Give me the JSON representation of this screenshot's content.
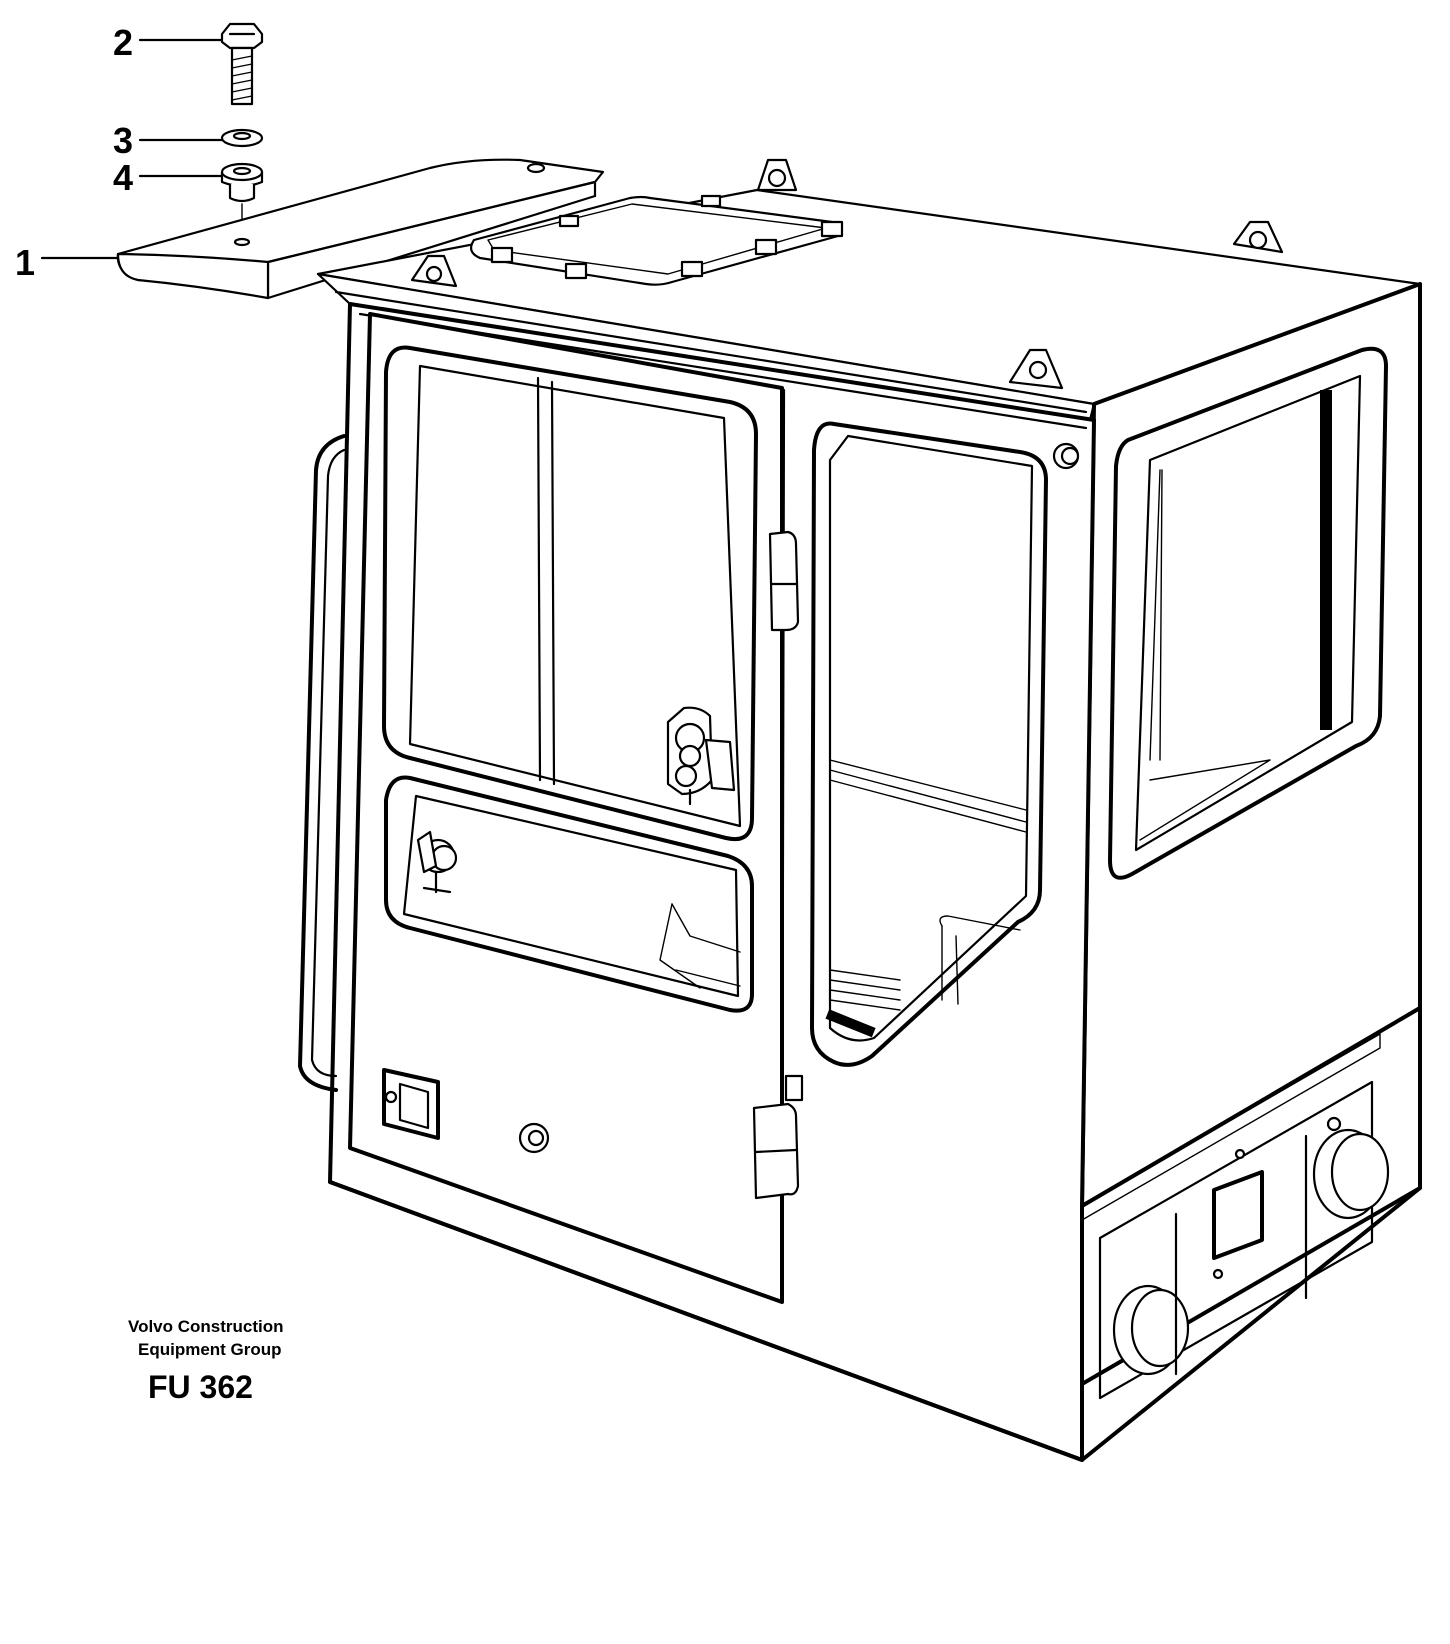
{
  "callouts": [
    {
      "number": "1",
      "part": "visor"
    },
    {
      "number": "2",
      "part": "bolt"
    },
    {
      "number": "3",
      "part": "washer"
    },
    {
      "number": "4",
      "part": "spacer"
    }
  ],
  "publisher": {
    "line1": "Volvo Construction",
    "line2": "Equipment Group"
  },
  "figure_code": "FU 362"
}
